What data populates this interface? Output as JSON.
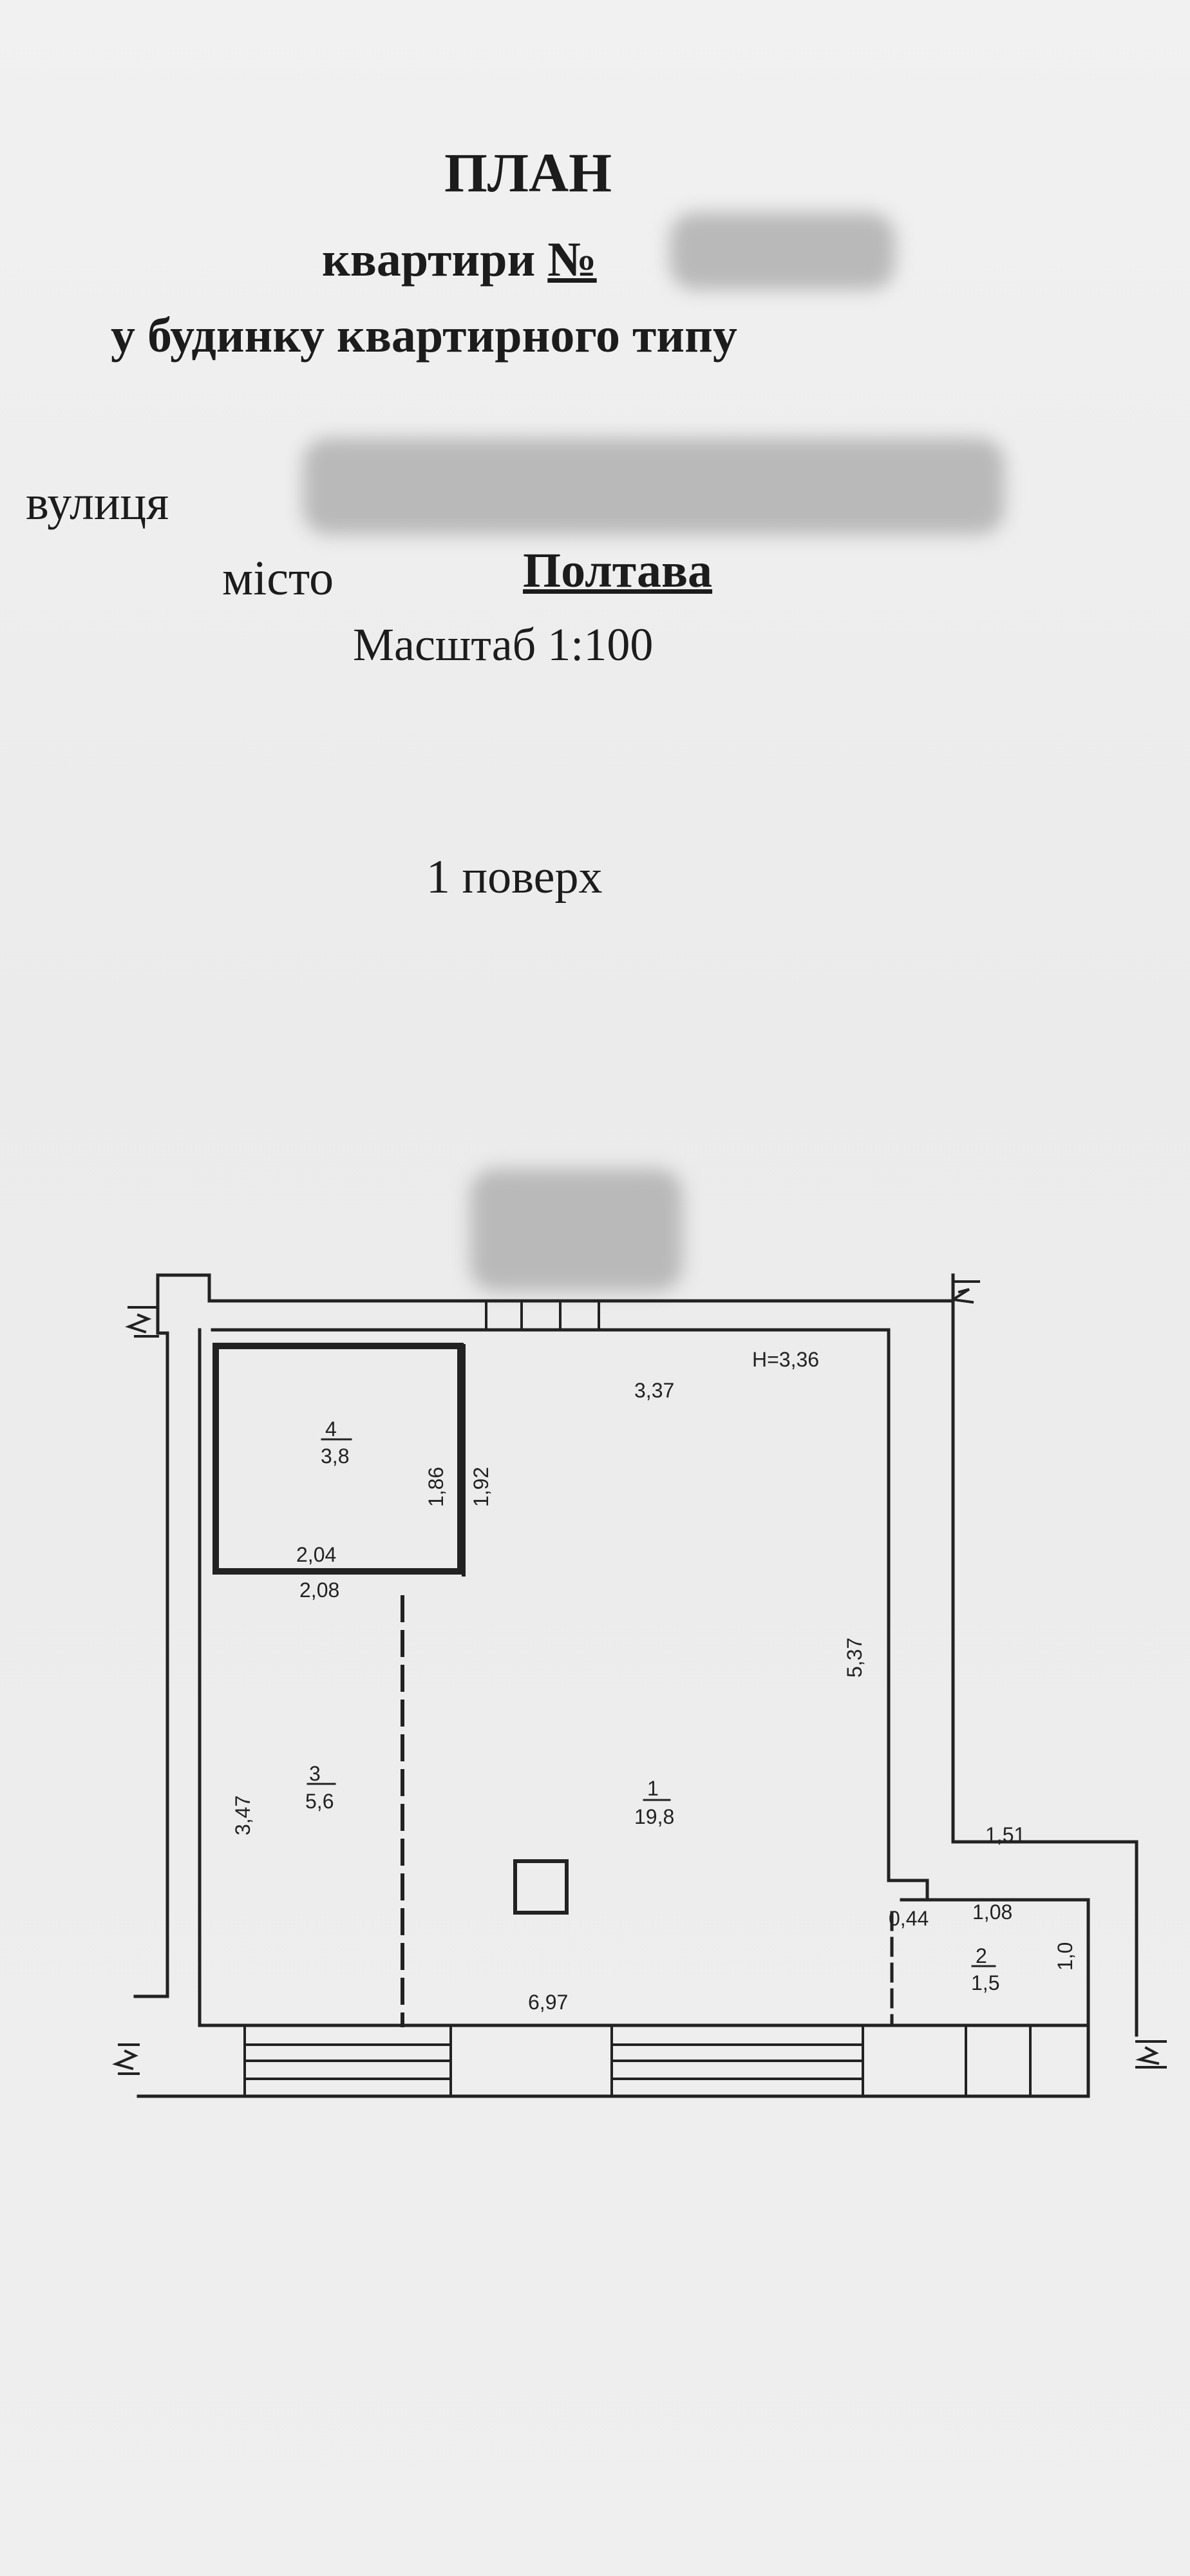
{
  "header": {
    "title": "ПЛАН",
    "subtitle_prefix": "квартири",
    "apartment_no_label": "№",
    "subtitle_line2": "у будинку квартирного типу"
  },
  "address": {
    "street_label": "вулиця",
    "city_label": "місто",
    "city_value": "Полтава"
  },
  "scale": "Масштаб 1:100",
  "floor": "1  поверх",
  "plan": {
    "height_label": "H=3,36",
    "rooms": [
      {
        "number": "1",
        "area": "19,8"
      },
      {
        "number": "2",
        "area": "1,5"
      },
      {
        "number": "3",
        "area": "5,6"
      },
      {
        "number": "4",
        "area": "3,8"
      }
    ],
    "dimensions": {
      "top_width": "3,37",
      "right_height": "5,37",
      "bottom_width": "6,97",
      "room3_height": "3,47",
      "room4_inner_width": "2,04",
      "room4_outer_width": "2,08",
      "room4_inner_height": "1,86",
      "room4_outer_height": "1,92",
      "step_width": "1,51",
      "room2_width": "1,08",
      "room2_height": "1,0",
      "recess_width": "0,44"
    }
  },
  "colors": {
    "ink": "#1c1c1c",
    "paper": "#ececec",
    "redaction": "#b9b9b9"
  }
}
